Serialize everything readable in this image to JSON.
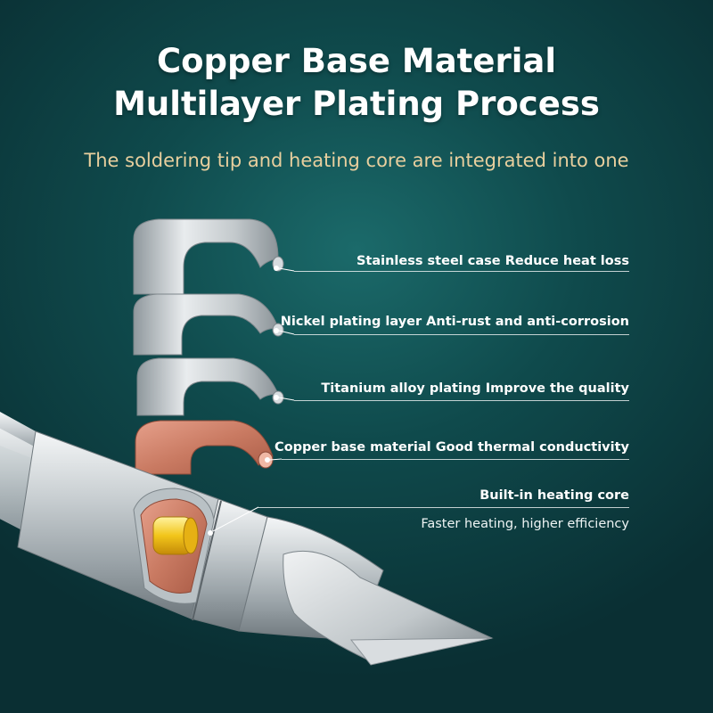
{
  "header": {
    "title_line1": "Copper Base Material",
    "title_line2": "Multilayer Plating Process",
    "subtitle": "The soldering tip and heating core are integrated into one"
  },
  "layers": [
    {
      "label": "Stainless steel case  Reduce heat loss"
    },
    {
      "label": "Nickel plating layer   Anti-rust and anti-corrosion"
    },
    {
      "label": "Titanium alloy plating  Improve the quality"
    },
    {
      "label": "Copper base material  Good thermal conductivity"
    }
  ],
  "core": {
    "label": "Built-in heating core",
    "sublabel": "Faster heating, higher efficiency"
  },
  "colors": {
    "title": "#ffffff",
    "subtitle": "#e8cf9e",
    "copper": "#c97a62",
    "core": "#f2c51a"
  }
}
